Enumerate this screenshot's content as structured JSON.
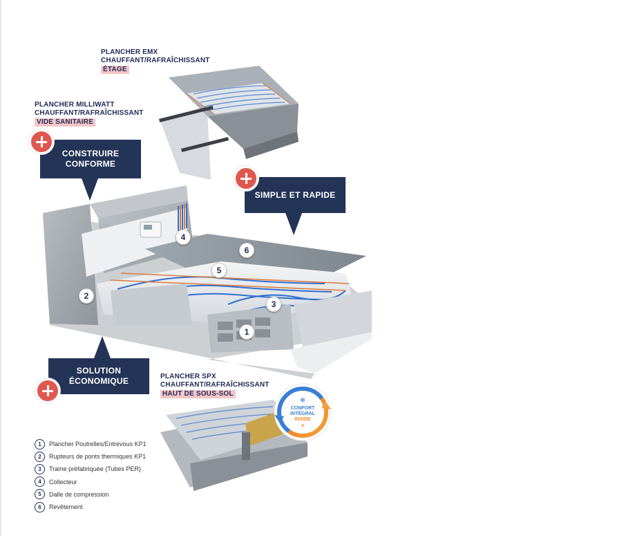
{
  "captions": {
    "emx": {
      "line1": "PLANCHER EMX",
      "line2": "CHAUFFANT/RAFRAÎCHISSANT",
      "tag": "ÉTAGE"
    },
    "milliwatt": {
      "line1": "PLANCHER MILLIWATT",
      "line2": "CHAUFFANT/RAFRAÎCHISSANT",
      "tag": "VIDE SANITAIRE"
    },
    "spx": {
      "line1": "PLANCHER SPX",
      "line2": "CHAUFFANT/RAFRAÎCHISSANT",
      "tag": "HAUT DE SOUS-SOL"
    }
  },
  "callouts": {
    "construire": {
      "line1": "CONSTRUIRE",
      "line2": "CONFORME"
    },
    "simple": {
      "line1": "SIMPLE ET RAPIDE"
    },
    "solution": {
      "line1": "SOLUTION",
      "line2": "ÉCONOMIQUE"
    }
  },
  "badge": {
    "line1": "CONFORT",
    "line2": "INTÉGRAL",
    "line3": "INSIDE"
  },
  "markers": [
    "1",
    "2",
    "3",
    "4",
    "5",
    "6"
  ],
  "legend": [
    {
      "num": "1",
      "text": "Plancher Poutrelles/Entrevous KP1"
    },
    {
      "num": "2",
      "text": "Rupteurs de ponts thermiques KP1"
    },
    {
      "num": "3",
      "text": "Trame préfabriquée (Tubes PER)"
    },
    {
      "num": "4",
      "text": "Collecteur"
    },
    {
      "num": "5",
      "text": "Dalle de compression"
    },
    {
      "num": "6",
      "text": "Revêtement"
    }
  ],
  "colors": {
    "navy": "#243457",
    "accent": "#e0574f",
    "tag_highlight": "#f4c6c6",
    "tube_blue": "#2f6fd1",
    "tube_orange": "#d97a3a"
  }
}
